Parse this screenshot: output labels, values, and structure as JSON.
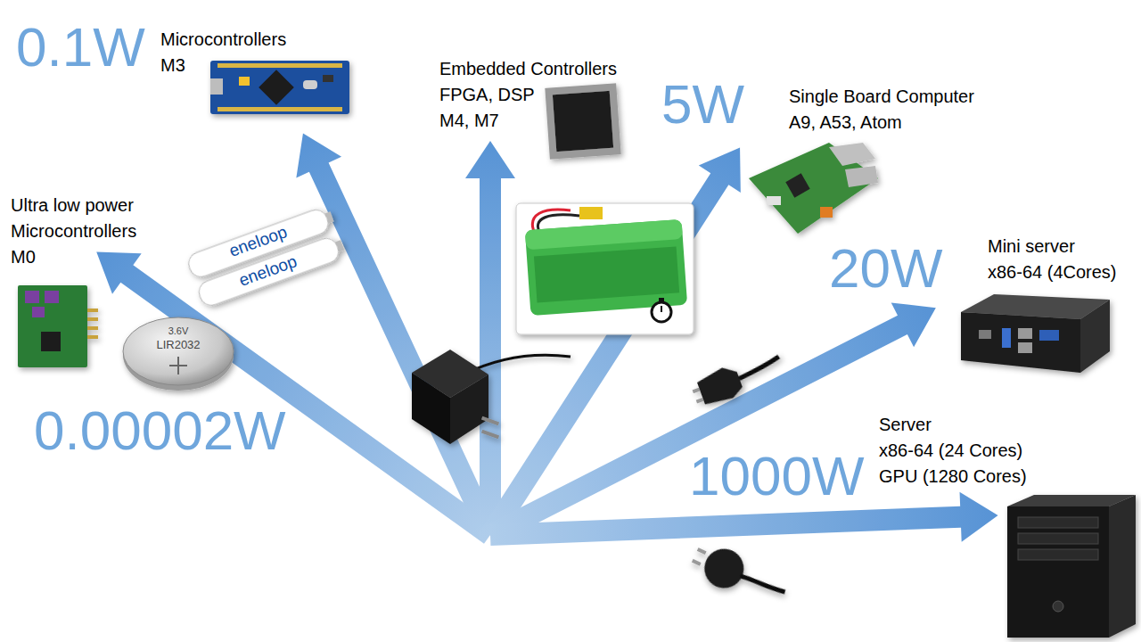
{
  "diagram": {
    "labels": [
      "0.1W",
      "Microcontrollers M3",
      "Embedded Controllers FPGA, DSP M4, M7",
      "5W",
      "Single Board Computer A9, A53, Atom",
      "Ultra low power Microcontrollers M0",
      "20W",
      "Mini server x86-64 (4Cores)",
      "0.00002W",
      "Server x86-64 (24 Cores) GPU (1280 Cores)",
      "1000W",
      "eneloop",
      "eneloop",
      "3.6V",
      "LIR2032"
    ]
  }
}
